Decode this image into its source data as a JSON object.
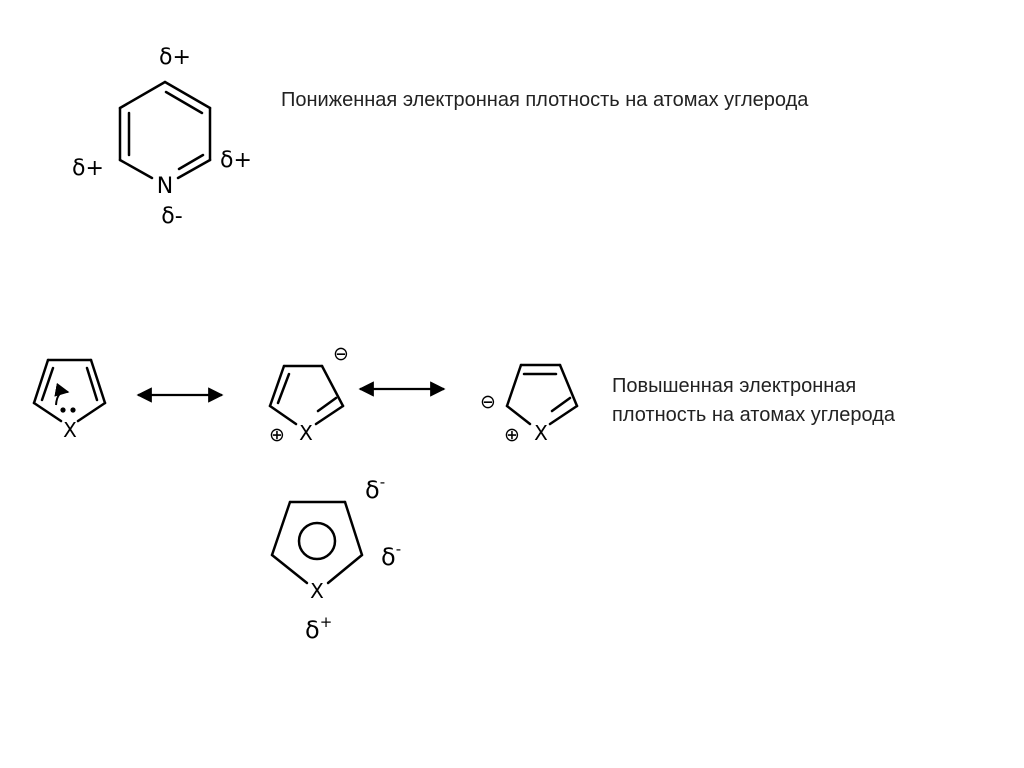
{
  "captions": {
    "pyridine": "Пониженная электронная плотность на атомах углерода",
    "five_ring_line1": "Повышенная электронная",
    "five_ring_line2": "плотность на атомах углерода"
  },
  "pyridine": {
    "heteroatom": "N",
    "charges": {
      "top": "δ+",
      "left": "δ+",
      "right": "δ+",
      "nitrogen": "δ-"
    }
  },
  "resonance": {
    "heteroatom": "X",
    "structures": [
      {
        "name": "neutral",
        "heteroatom": "X"
      },
      {
        "name": "zwitterion-beta",
        "heteroatom": "X",
        "plus": "⊕",
        "minus": "⊖"
      },
      {
        "name": "zwitterion-alpha",
        "heteroatom": "X",
        "plus": "⊕",
        "minus": "⊖"
      }
    ]
  },
  "hybrid": {
    "heteroatom": "X",
    "charges": {
      "top_right": {
        "base": "δ",
        "sign": "-"
      },
      "right": {
        "base": "δ",
        "sign": "-"
      },
      "bottom": {
        "base": "δ",
        "sign": "+"
      }
    }
  }
}
